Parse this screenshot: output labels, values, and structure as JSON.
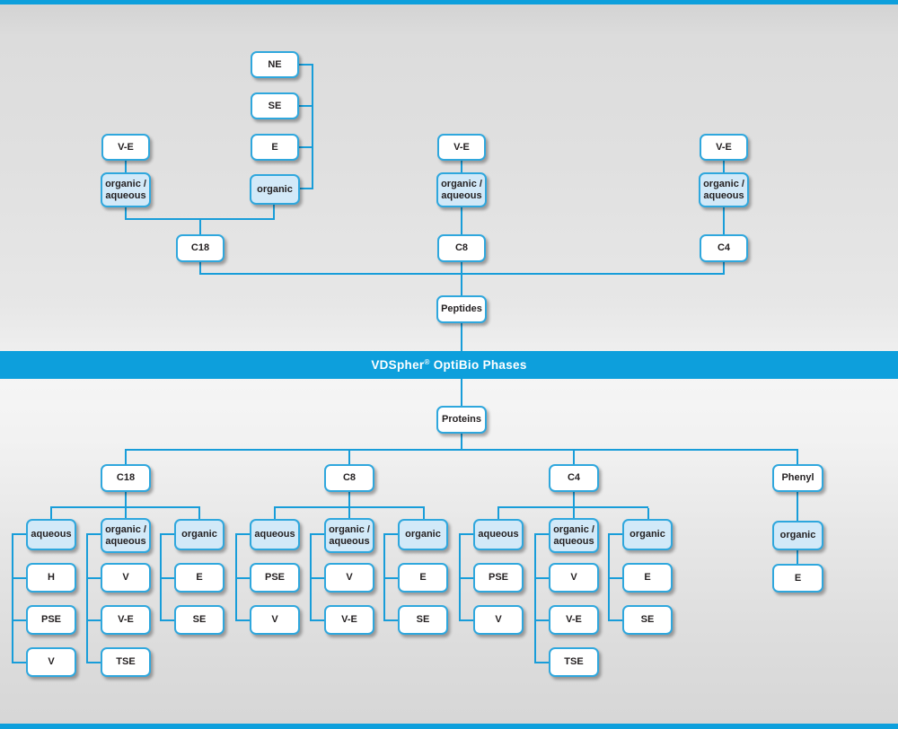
{
  "colors": {
    "accent_blue": "#189dd9",
    "banner_blue": "#0d9fdc",
    "box_border": "#2fa7dd",
    "highlight_fill": "#d2e9f8",
    "text": "#231f20"
  },
  "banner": {
    "brand": "VDSpher",
    "reg": "®",
    "rest": " OptiBio Phases"
  },
  "peptides": {
    "root": "Peptides",
    "c18": {
      "label": "C18",
      "ve": "V-E",
      "orgaq": "organic /\naqueous",
      "organic": "organic",
      "e": "E",
      "se": "SE",
      "ne": "NE"
    },
    "c8": {
      "label": "C8",
      "ve": "V-E",
      "orgaq": "organic /\naqueous"
    },
    "c4": {
      "label": "C4",
      "ve": "V-E",
      "orgaq": "organic /\naqueous"
    }
  },
  "proteins": {
    "root": "Proteins",
    "c18": {
      "label": "C18",
      "aqueous": {
        "label": "aqueous",
        "children": [
          "H",
          "PSE",
          "V"
        ]
      },
      "orgaq": {
        "label": "organic /\naqueous",
        "children": [
          "V",
          "V-E",
          "TSE"
        ]
      },
      "organic": {
        "label": "organic",
        "children": [
          "E",
          "SE"
        ]
      }
    },
    "c8": {
      "label": "C8",
      "aqueous": {
        "label": "aqueous",
        "children": [
          "PSE",
          "V"
        ]
      },
      "orgaq": {
        "label": "organic /\naqueous",
        "children": [
          "V",
          "V-E"
        ]
      },
      "organic": {
        "label": "organic",
        "children": [
          "E",
          "SE"
        ]
      }
    },
    "c4": {
      "label": "C4",
      "aqueous": {
        "label": "aqueous",
        "children": [
          "PSE",
          "V"
        ]
      },
      "orgaq": {
        "label": "organic /\naqueous",
        "children": [
          "V",
          "V-E",
          "TSE"
        ]
      },
      "organic": {
        "label": "organic",
        "children": [
          "E",
          "SE"
        ]
      }
    },
    "phenyl": {
      "label": "Phenyl",
      "organic": {
        "label": "organic",
        "children": [
          "E"
        ]
      }
    }
  }
}
